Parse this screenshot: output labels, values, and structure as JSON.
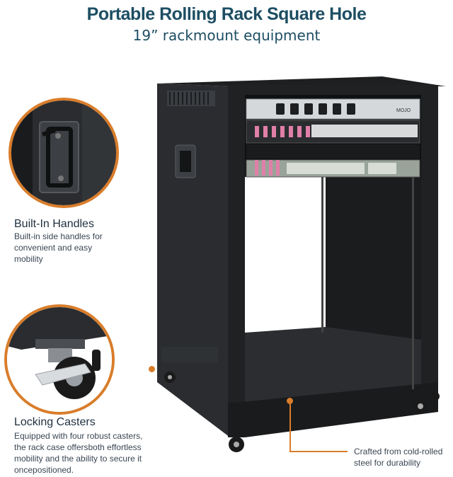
{
  "header": {
    "title": "Portable Rolling Rack Square Hole",
    "subtitle": "19” rackmount equipment"
  },
  "features": [
    {
      "title": "Built-In Handles",
      "description_lines": [
        "Built-in side handles for",
        "convenient and easy",
        "mobility"
      ]
    },
    {
      "title": "Locking Casters",
      "description_lines": [
        "Equipped with four robust casters,",
        "the rack case offersboth effortless",
        "mobility and the ability to secure it",
        "oncepositioned."
      ]
    }
  ],
  "callout": {
    "lines": [
      "Crafted from cold-rolled",
      "steel for durability"
    ]
  },
  "brand_logo": "MOJO",
  "colors": {
    "accent": "#d97d2b",
    "title": "#1d4e63",
    "rack_body": "#222426"
  }
}
